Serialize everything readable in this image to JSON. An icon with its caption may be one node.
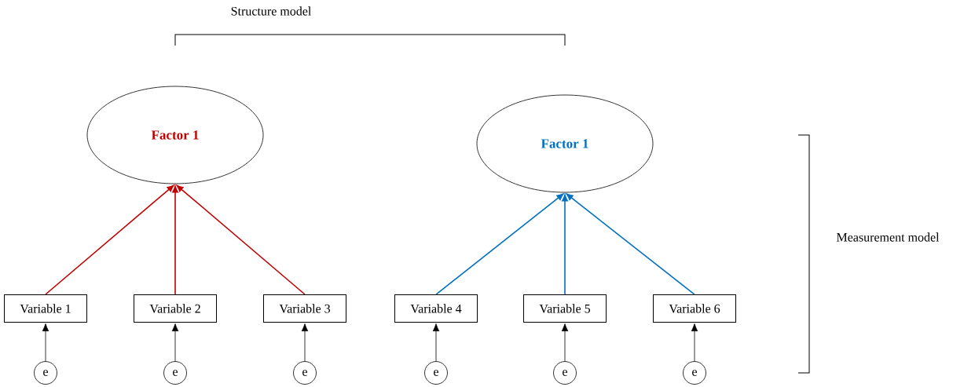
{
  "diagram": {
    "nodes": [
      {
        "text": [
          "Factor 1"
        ]
      },
      {
        "text": [
          "Factor 1"
        ]
      },
      {
        "text": [
          "Variable 1"
        ]
      },
      {
        "text": [
          "Variable 2"
        ]
      },
      {
        "text": [
          "Variable 3"
        ]
      },
      {
        "text": [
          "Variable 4"
        ]
      },
      {
        "text": [
          "Variable 5"
        ]
      },
      {
        "text": [
          "Variable 6"
        ]
      },
      {
        "text": [
          "e"
        ]
      },
      {
        "text": [
          "e"
        ]
      },
      {
        "text": [
          "e"
        ]
      },
      {
        "text": [
          "e"
        ]
      },
      {
        "text": [
          "e"
        ]
      },
      {
        "text": [
          "e"
        ]
      }
    ],
    "edges": [
      {
        "from": 2,
        "to": 0,
        "arrow": "to",
        "color": "#c00000"
      },
      {
        "from": 3,
        "to": 0,
        "arrow": "to",
        "color": "#c00000"
      },
      {
        "from": 4,
        "to": 0,
        "arrow": "to",
        "color": "#c00000"
      },
      {
        "from": 5,
        "to": 1,
        "arrow": "to",
        "color": "#0070c0"
      },
      {
        "from": 6,
        "to": 1,
        "arrow": "to",
        "color": "#0070c0"
      },
      {
        "from": 7,
        "to": 1,
        "arrow": "to",
        "color": "#0070c0"
      },
      {
        "from": 8,
        "to": 2,
        "arrow": "to"
      },
      {
        "from": 9,
        "to": 3,
        "arrow": "to"
      },
      {
        "from": 10,
        "to": 4,
        "arrow": "to"
      },
      {
        "from": 11,
        "to": 5,
        "arrow": "to"
      },
      {
        "from": 12,
        "to": 6,
        "arrow": "to"
      },
      {
        "from": 13,
        "to": 7,
        "arrow": "to"
      }
    ],
    "labels": [
      "Structure model",
      "Measurement model"
    ]
  }
}
